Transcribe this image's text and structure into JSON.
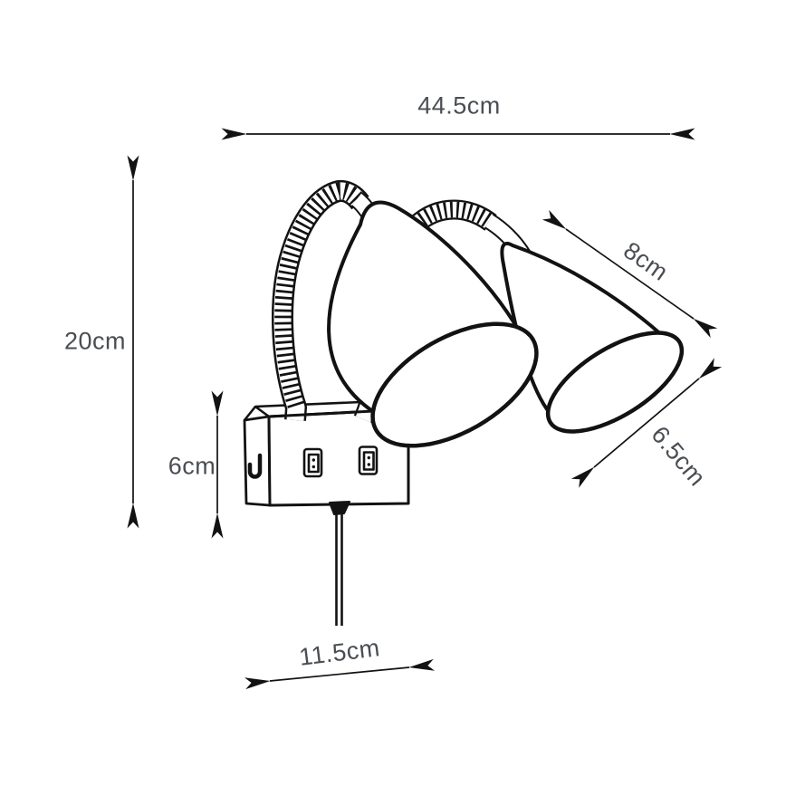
{
  "diagram": {
    "kind": "wall-lamp-dimension-drawing",
    "dimensions": {
      "total_width": "44.5cm",
      "total_height": "20cm",
      "box_height": "6cm",
      "shade_length": "8cm",
      "shade_diameter": "6.5cm",
      "box_width": "11.5cm"
    },
    "colors": {
      "line": "#121212",
      "label": "#4a4e53",
      "background": "#ffffff"
    }
  }
}
